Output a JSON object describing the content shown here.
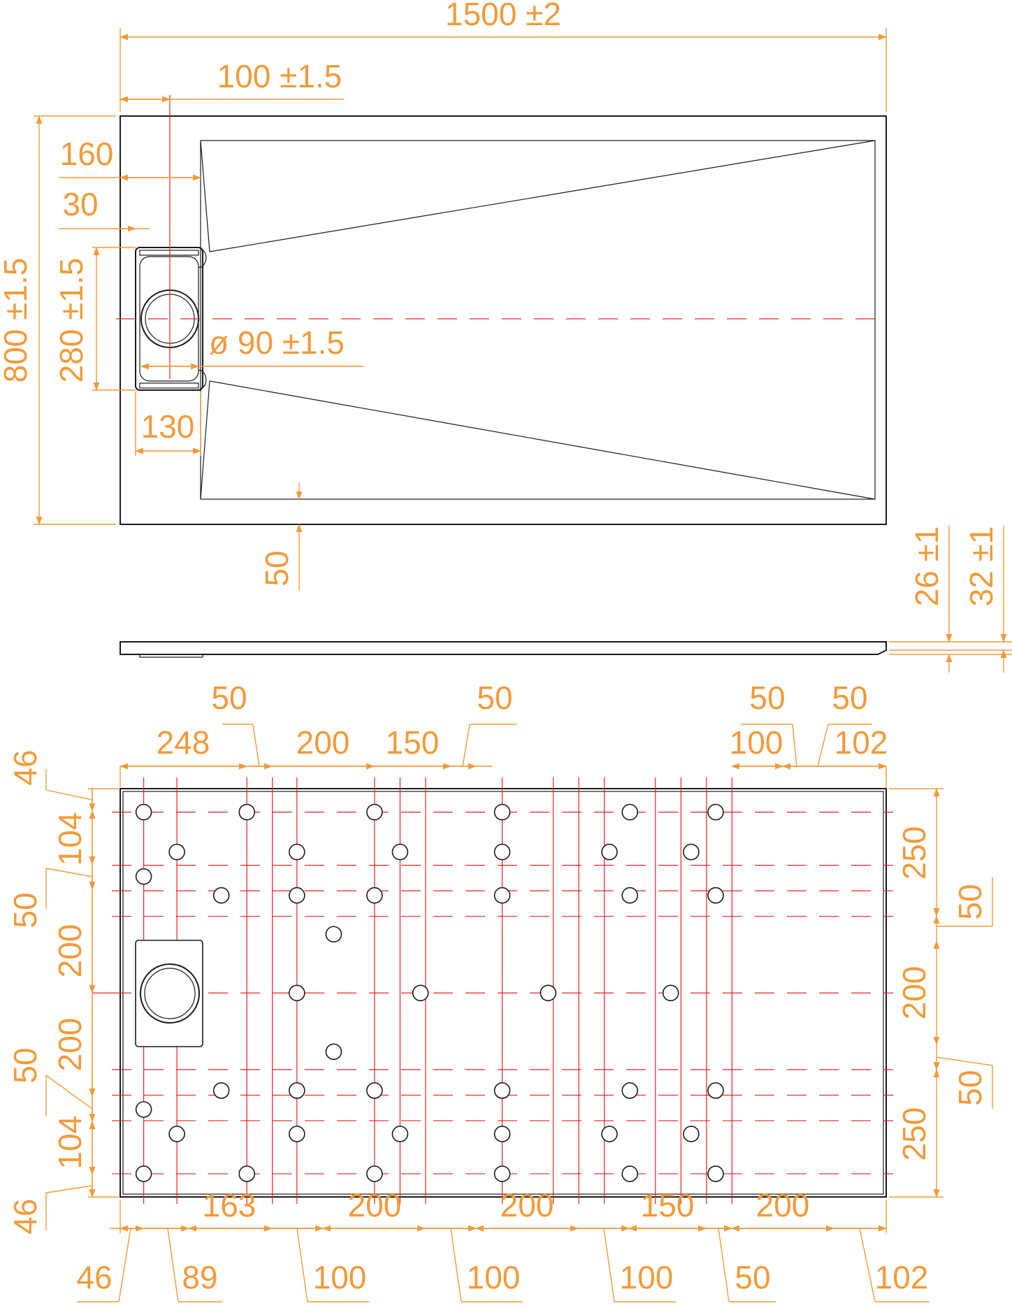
{
  "colors": {
    "outline": "#1a1a1a",
    "dimension": "#f29a3a",
    "centerline": "#e8202a",
    "background": "#ffffff"
  },
  "top_view": {
    "length": "1500 ±2",
    "drain_offset": "100 ±1.5",
    "drain_box_depth": "160",
    "edge_offset": "30",
    "width": "800 ±1.5",
    "drain_box_width": "280 ±1.5",
    "drain_diameter": "ø 90 ±1.5",
    "drain_box_length": "130",
    "rim_width": "50"
  },
  "side_view": {
    "height_1": "26 ±1",
    "height_2": "32 ±1"
  },
  "bottom_view": {
    "top": {
      "d248": "248",
      "d50a": "50",
      "d200": "200",
      "d150": "150",
      "d50b": "50",
      "d100": "100",
      "d50c": "50",
      "d50d": "50",
      "d102": "102"
    },
    "left": {
      "d46a": "46",
      "d104a": "104",
      "d50a": "50",
      "d200a": "200",
      "d200b": "200",
      "d50b": "50",
      "d104b": "104",
      "d46b": "46"
    },
    "right": {
      "d250a": "250",
      "d50a": "50",
      "d200": "200",
      "d50b": "50",
      "d250b": "250"
    },
    "bottom_row1": {
      "d163": "163",
      "d200a": "200",
      "d200b": "200",
      "d150": "150",
      "d200c": "200"
    },
    "bottom_row2": {
      "d46": "46",
      "d89": "89",
      "d100a": "100",
      "d100b": "100",
      "d100c": "100",
      "d50": "50",
      "d102": "102"
    }
  }
}
